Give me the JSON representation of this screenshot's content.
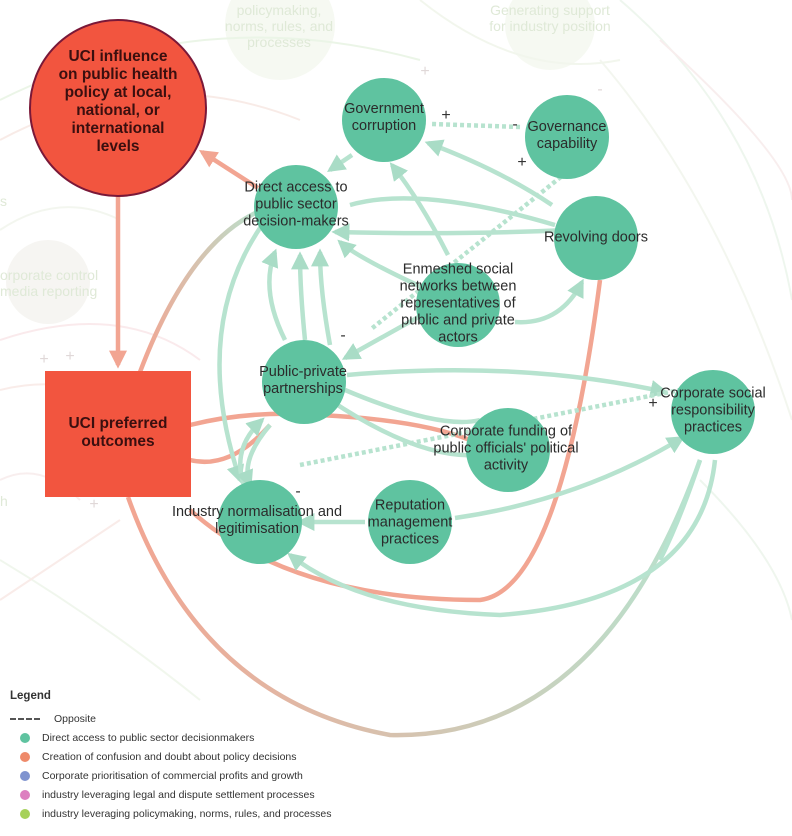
{
  "nodes": {
    "uci_influence": "UCI influence on public health policy at local, national, or international levels",
    "uci_outcomes": "UCI preferred outcomes",
    "gov_corruption": "Government corruption",
    "governance": "Governance capability",
    "direct_access": "Direct access to public sector decision-makers",
    "revolving": "Revolving doors",
    "enmeshed": "Enmeshed social networks between representatives of public and private actors",
    "ppp": "Public-private partnerships",
    "csr": "Corporate social responsibility practices",
    "funding": "Corporate funding of public officials' political activity",
    "normalisation": "Industry normalisation and legitimisation",
    "reputation": "Reputation management practices"
  },
  "background_labels": {
    "policymaking": "policymaking, norms, rules, and processes",
    "generating": "Generating support for industry position",
    "corporate_control": "orporate control media reporting",
    "s_fragment": "s",
    "h_fragment": "h"
  },
  "signs": {
    "plus": "+",
    "minus": "-"
  },
  "legend": {
    "title": "Legend",
    "opposite": "Opposite",
    "items": [
      {
        "label": "Direct access to public sector decisionmakers",
        "color": "#5fc3a0"
      },
      {
        "label": "Creation of confusion and doubt about policy decisions",
        "color": "#ee8a6a"
      },
      {
        "label": "Corporate prioritisation of commercial profits and growth",
        "color": "#7f93cf"
      },
      {
        "label": "industry leveraging legal and dispute settlement processes",
        "color": "#dd7fc0"
      },
      {
        "label": "industry leveraging policymaking, norms, rules, and processes",
        "color": "#a6d15a"
      }
    ]
  },
  "colors": {
    "green_node": "#5fc3a0",
    "green_link": "#b7e3cf",
    "red_node": "#f2553f",
    "red_link": "#f2a592",
    "uci_border": "#7a1838"
  }
}
